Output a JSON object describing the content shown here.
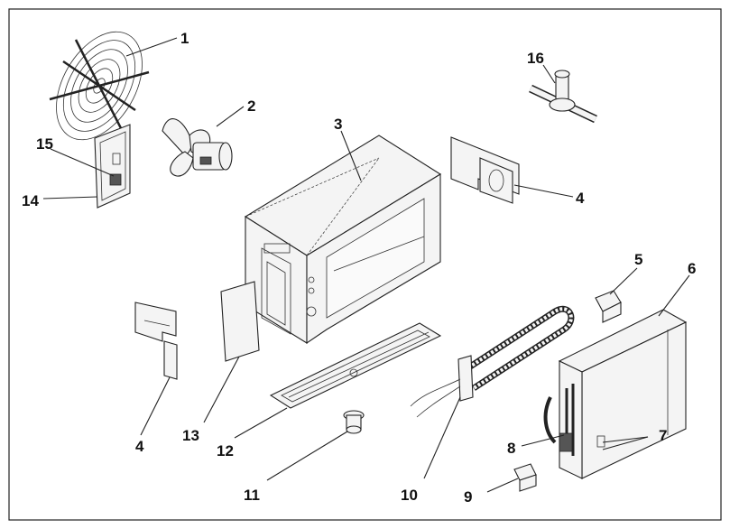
{
  "diagram": {
    "type": "exploded-parts-view",
    "callouts": [
      {
        "id": "1"
      },
      {
        "id": "2"
      },
      {
        "id": "3"
      },
      {
        "id": "4"
      },
      {
        "id": "4"
      },
      {
        "id": "5"
      },
      {
        "id": "6"
      },
      {
        "id": "7"
      },
      {
        "id": "8"
      },
      {
        "id": "9"
      },
      {
        "id": "10"
      },
      {
        "id": "11"
      },
      {
        "id": "12"
      },
      {
        "id": "13"
      },
      {
        "id": "14"
      },
      {
        "id": "15"
      },
      {
        "id": "16"
      }
    ],
    "colors": {
      "line": "#222222",
      "background": "#ffffff",
      "fill": "#f4f4f4"
    }
  }
}
